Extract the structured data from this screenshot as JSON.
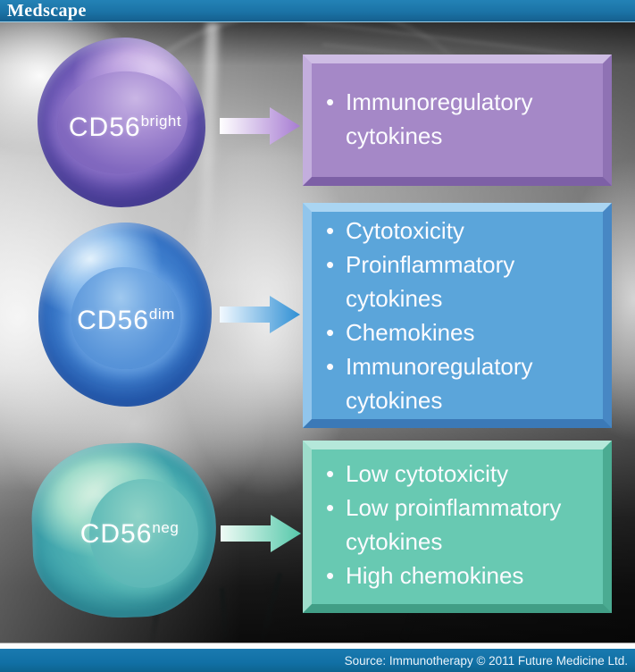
{
  "header": {
    "logo": "Medscape",
    "bar_color": "#1b73a6"
  },
  "cells": [
    {
      "text": "CD56",
      "sup": "bright",
      "color": "#7c63bd"
    },
    {
      "text": "CD56",
      "sup": "dim",
      "color": "#4787d3"
    },
    {
      "text": "CD56",
      "sup": "neg",
      "color": "#3ea3ad"
    }
  ],
  "arrows": [
    {
      "icon": "right-arrow-icon",
      "color": "#a77cd2"
    },
    {
      "icon": "right-arrow-icon",
      "color": "#2f8fd4"
    },
    {
      "icon": "right-arrow-icon",
      "color": "#55c8aa"
    }
  ],
  "boxes": [
    {
      "color": "#a588c7",
      "items": [
        "Immunoregulatory cytokines"
      ]
    },
    {
      "color": "#5ba5da",
      "items": [
        "Cytotoxicity",
        "Proinflammatory cytokines",
        "Chemokines",
        "Immunoregulatory cytokines"
      ]
    },
    {
      "color": "#68c9b2",
      "items": [
        "Low cytotoxicity",
        "Low proinflammatory cytokines",
        "High chemokines"
      ]
    }
  ],
  "footer": {
    "source": "Source: Immunotherapy © 2011 Future Medicine Ltd.",
    "bar_color": "#1170a5"
  }
}
